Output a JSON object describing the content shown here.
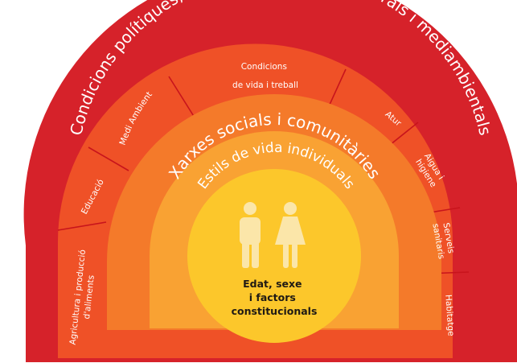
{
  "colors": {
    "outer_band": "#d6222a",
    "segment_band": "#ef5127",
    "social_band": "#f47a2a",
    "lifestyle_band": "#f9a233",
    "core": "#fcc72b",
    "people": "#fbe6a9",
    "divider": "#c8141c"
  },
  "outer_layer": {
    "title": "Condicions polítiques, socioeconòmiques, culturals i mediambientals"
  },
  "living_conditions": {
    "segments": [
      {
        "label": "Agricultura i producció d'aliments"
      },
      {
        "label": "Educació"
      },
      {
        "label": "Medi Ambient"
      },
      {
        "label": "Condicions de vida i treball"
      },
      {
        "label": "Atur"
      },
      {
        "label": "Aigua i higiene"
      },
      {
        "label": "Serveis sanitaris"
      },
      {
        "label": "Habitatge"
      }
    ]
  },
  "social_layer": {
    "title": "Xarxes socials i comunitàries"
  },
  "lifestyle_layer": {
    "title": "Estils de vida individuals"
  },
  "core": {
    "icon_names": [
      "male-person-icon",
      "female-person-icon"
    ],
    "lines": [
      "Edat, sexe",
      "i factors",
      "constitucionals"
    ]
  }
}
